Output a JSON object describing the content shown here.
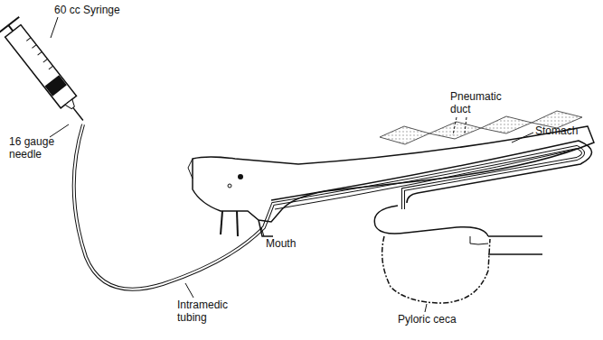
{
  "diagram": {
    "labels": [
      "60 cc Syringe",
      "16 gauge needle",
      "Intramedic tubing",
      "Mouth",
      "Pneumatic duct",
      "Stomach",
      "Pyloric ceca"
    ]
  }
}
